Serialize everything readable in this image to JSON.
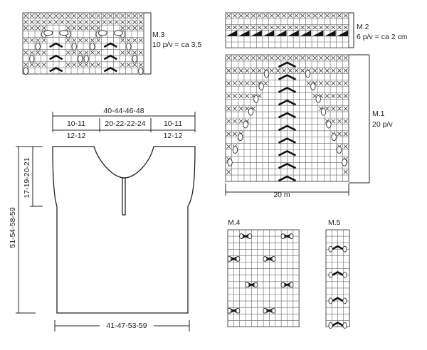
{
  "charts": {
    "m3": {
      "title": "M.3",
      "note": "10 p/v = ca 3,5"
    },
    "m2": {
      "title": "M.2",
      "note": "6 p/v = ca 2 cm"
    },
    "m1": {
      "title": "M.1",
      "note": "20 p/v",
      "bottom": "20 m"
    },
    "m4": {
      "title": "M.4"
    },
    "m5": {
      "title": "M.5"
    }
  },
  "garment": {
    "width_top": "40-44-46-48",
    "shoulder_left_1": "10-11",
    "shoulder_left_2": "12-12",
    "neck_1": "20-22-22-24",
    "shoulder_right_1": "10-11",
    "shoulder_right_2": "12-12",
    "length_total": "51-54-58-59",
    "armhole": "17-19-20-21",
    "width_bottom": "41-47-53-59"
  }
}
